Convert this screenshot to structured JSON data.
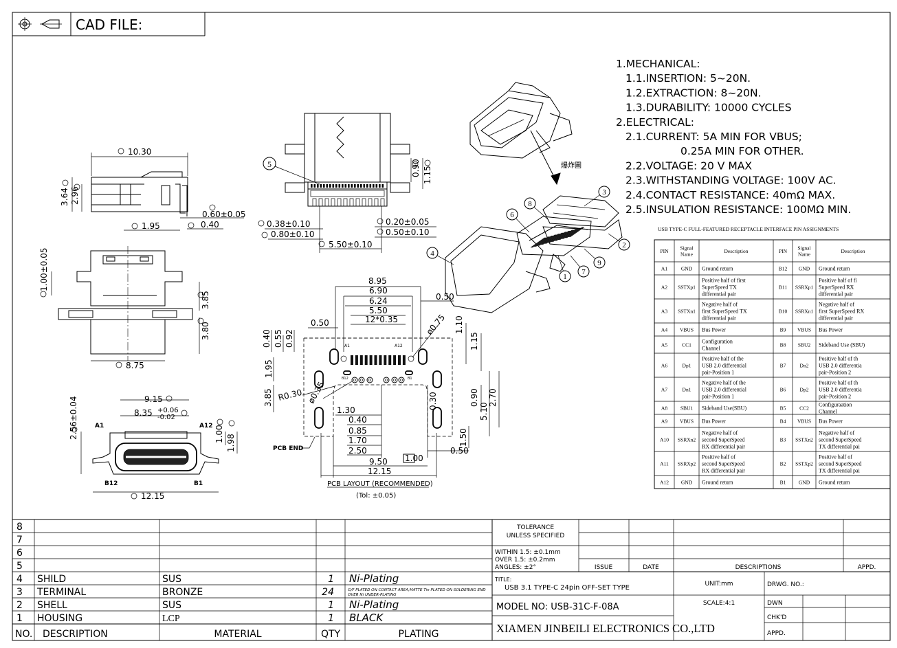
{
  "header": {
    "cad_file_label": "CAD FILE:"
  },
  "specs": [
    "1.MECHANICAL:",
    "1.1.INSERTION: 5~20N.",
    "1.2.EXTRACTION: 8~20N.",
    "1.3.DURABILITY: 10000 CYCLES",
    "2.ELECTRICAL:",
    "2.1.CURRENT: 5A MIN FOR VBUS;",
    "0.25A MIN FOR OTHER.",
    "2.2.VOLTAGE: 20 V MAX",
    "2.3.WITHSTANDING VOLTAGE: 100V AC.",
    "2.4.CONTACT RESISTANCE: 40mΩ MAX.",
    "2.5.INSULATION RESISTANCE: 100MΩ MIN."
  ],
  "pin_table": {
    "title": "USB TYPE-C FULL-FEATURED RECEPTACLE INTERFACE PIN ASSIGNMENTS",
    "headers": [
      "PIN",
      "Signal Name",
      "Description",
      "PIN",
      "Signal Name",
      "Description"
    ],
    "rows": [
      [
        "A1",
        "GND",
        [
          "Ground return"
        ],
        "B12",
        "GND",
        [
          "Ground return"
        ]
      ],
      [
        "A2",
        "SSTXp1",
        [
          "Positive half of first",
          "SuperSpeed TX",
          "differential pair"
        ],
        "B11",
        "SSRXp1",
        [
          "Positive half of fi",
          "SuperSpeed RX",
          "differential pair"
        ]
      ],
      [
        "A3",
        "SSTXn1",
        [
          "Negative half of",
          "first SuperSpeed TX",
          "differential pair"
        ],
        "B10",
        "SSRXn1",
        [
          "Negative half of",
          "first SuperSpeed RX",
          "differential pair"
        ]
      ],
      [
        "A4",
        "VBUS",
        [
          "Bus Power"
        ],
        "B9",
        "VBUS",
        [
          "Bus Power"
        ]
      ],
      [
        "A5",
        "CC1",
        [
          "Configuration",
          "Channel"
        ],
        "B8",
        "SBU2",
        [
          "Sideband Use (SBU)"
        ]
      ],
      [
        "A6",
        "Dp1",
        [
          "Positive half of the",
          "USB 2.0 differential",
          "pair-Position 1"
        ],
        "B7",
        "Dn2",
        [
          "Positive half of th",
          "USB 2.0 differentia",
          "pair-Position 2"
        ]
      ],
      [
        "A7",
        "Dn1",
        [
          "Negative half of the",
          "USB 2.0 differential",
          "pair-Position 1"
        ],
        "B6",
        "Dp2",
        [
          "Positive half of th",
          "USB 2.0 differentia",
          "pair-Position 2"
        ]
      ],
      [
        "A8",
        "SBU1",
        [
          "Sideband Use(SBU)"
        ],
        "B5",
        "CC2",
        [
          "Configuraation",
          "Channel"
        ]
      ],
      [
        "A9",
        "VBUS",
        [
          "Bus Power"
        ],
        "B4",
        "VBUS",
        [
          "Bus Power"
        ]
      ],
      [
        "A10",
        "SSRXn2",
        [
          "Negative half of",
          "second SuperSpeed",
          "RX differential pair"
        ],
        "B3",
        "SSTXn2",
        [
          "Negative half of",
          "second SuperSpeed",
          "TX differential pai"
        ]
      ],
      [
        "A11",
        "SSRXp2",
        [
          "Positive half of",
          "second SuperSpeed",
          "RX differential pair"
        ],
        "B2",
        "SSTXp2",
        [
          "Positive half of",
          "second SuperSpeed",
          "TX differential pai"
        ]
      ],
      [
        "A12",
        "GND",
        [
          "Ground return"
        ],
        "B1",
        "GND",
        [
          "Ground return"
        ]
      ]
    ]
  },
  "dimensions": {
    "side_width": "10.30",
    "side_h1": "3.64",
    "side_h2": "2.96",
    "side_d1": "0.60±0.05",
    "side_d2": "0.40",
    "side_d3": "1.95",
    "top_h1": "1.00±0.05",
    "top_h2": "3.85",
    "top_h3": "3.80",
    "top_width": "8.75",
    "front_w1": "9.15",
    "front_w2": "8.35",
    "front_tol_up": "+0.06",
    "front_tol_dn": "-0.02",
    "front_h": "2.56±0.04",
    "front_h2": "1.00",
    "front_h3": "1.98",
    "front_w3": "12.15",
    "front_a1": "A1",
    "front_a12": "A12",
    "front_b12": "B12",
    "front_b1": "B1",
    "bot_d1": "0.90",
    "bot_d2": "1.15",
    "bot_d3": "0.38±0.10",
    "bot_d4": "0.80±0.10",
    "bot_d5": "0.20±0.05",
    "bot_d6": "0.50±0.10",
    "bot_d7": "5.50±0.10",
    "pcb_895": "8.95",
    "pcb_690": "6.90",
    "pcb_624": "6.24",
    "pcb_550": "5.50",
    "pcb_pitch": "12*0.35",
    "pcb_050a": "0.50",
    "pcb_050b": "0.50",
    "pcb_075": "ø0.75",
    "pcb_110": "1.10",
    "pcb_115": "1.15",
    "pcb_040": "0.40",
    "pcb_055": "0.55",
    "pcb_092": "0.92",
    "pcb_195": "1.95",
    "pcb_385": "3.85",
    "pcb_r030": "R0.30",
    "pcb_035": "ø0.35",
    "pcb_130": "1.30",
    "pcb_040b": "0.40",
    "pcb_085": "0.85",
    "pcb_170": "1.70",
    "pcb_250": "2.50",
    "pcb_030": "0.30",
    "pcb_090": "0.90",
    "pcb_510": "5.10",
    "pcb_270": "2.70",
    "pcb_150": "1.50",
    "pcb_050c": "0.50",
    "pcb_950": "9.50",
    "pcb_1215": "12.15",
    "pcb_100": "1.00",
    "pcb_end": "PCB END",
    "pcb_a1": "A1",
    "pcb_a12": "A12",
    "pcb_b12": "B12",
    "pcb_b1": "B1",
    "pcb_caption": "PCB LAYOUT (RECOMMENDED)",
    "pcb_tol": "(Tol: ±0.05)"
  },
  "exploded_label": "爆炸圖",
  "balloons": [
    "1",
    "2",
    "3",
    "4",
    "5",
    "6",
    "7",
    "8",
    "9"
  ],
  "bom": {
    "row_numbers": [
      "8",
      "7",
      "6",
      "5",
      "4",
      "3",
      "2",
      "1"
    ],
    "items": [
      {
        "no": "4",
        "desc": "SHILD",
        "mat": "SUS",
        "qty": "1",
        "plating": "Ni-Plating"
      },
      {
        "no": "3",
        "desc": "TERMINAL",
        "mat": "BRONZE",
        "qty": "24",
        "plating": "G/F PLATED ON CONTACT AREA,MATTE Tin PLATED ON SOLDERING END OVER Ni UNDER-PLATING"
      },
      {
        "no": "2",
        "desc": "SHELL",
        "mat": "SUS",
        "qty": "1",
        "plating": "Ni-Plating"
      },
      {
        "no": "1",
        "desc": "HOUSING",
        "mat": "LCP",
        "qty": "1",
        "plating": "BLACK"
      }
    ],
    "header": {
      "no": "NO.",
      "desc": "DESCRIPTION",
      "mat": "MATERIAL",
      "qty": "QTY",
      "plating": "PLATING"
    }
  },
  "title_block": {
    "tolerance_title": "TOLERANCE",
    "tolerance_sub": "UNLESS SPECIFIED",
    "tol_1": "WITHIN 1.5: ±0.1mm",
    "tol_2": "OVER 1.5: ±0.2mm",
    "tol_3": "ANGLES: ±2°",
    "issue": "ISSUE",
    "date": "DATE",
    "descriptions": "DESCRIPTIONS",
    "appd_col": "APPD.",
    "title_label": "TITLE:",
    "title": "USB 3.1 TYPE-C 24pin OFF-SET TYPE",
    "unit": "UNIT:mm",
    "drwg_no": "DRWG. NO.:",
    "model": "MODEL NO: USB-31C-F-08A",
    "scale": "SCALE:4:1",
    "dwn": "DWN",
    "chkd": "CHK'D",
    "appd": "APPD.",
    "company": "XIAMEN JINBEILI ELECTRONICS CO.,LTD"
  }
}
